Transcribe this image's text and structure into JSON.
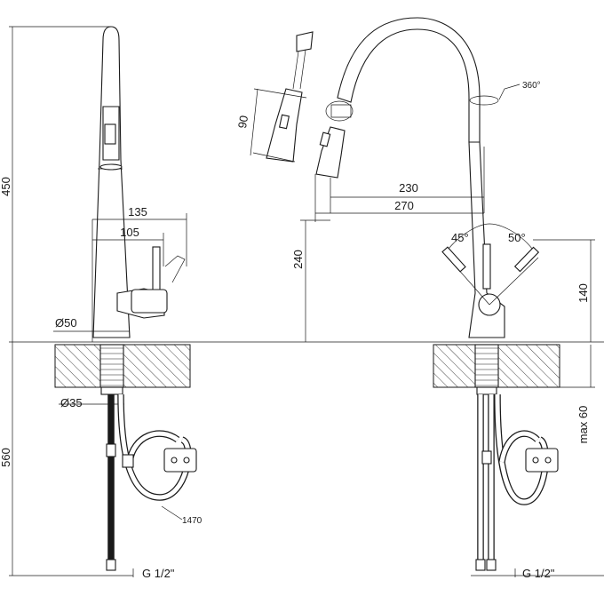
{
  "drawing": {
    "left_view": {
      "height_450": "450",
      "width_135": "135",
      "width_105": "105",
      "diameter_50": "Ø50",
      "diameter_35": "Ø35",
      "height_560": "560",
      "hose_1470": "1470",
      "thread_label": "G 1/2\""
    },
    "right_view": {
      "spray_90": "90",
      "rotation_360": "360°",
      "reach_230": "230",
      "reach_270": "270",
      "height_240": "240",
      "angle_45": "45°",
      "angle_50": "50°",
      "height_140": "140",
      "max_60": "max 60",
      "thread_label": "G 1/2\""
    }
  }
}
